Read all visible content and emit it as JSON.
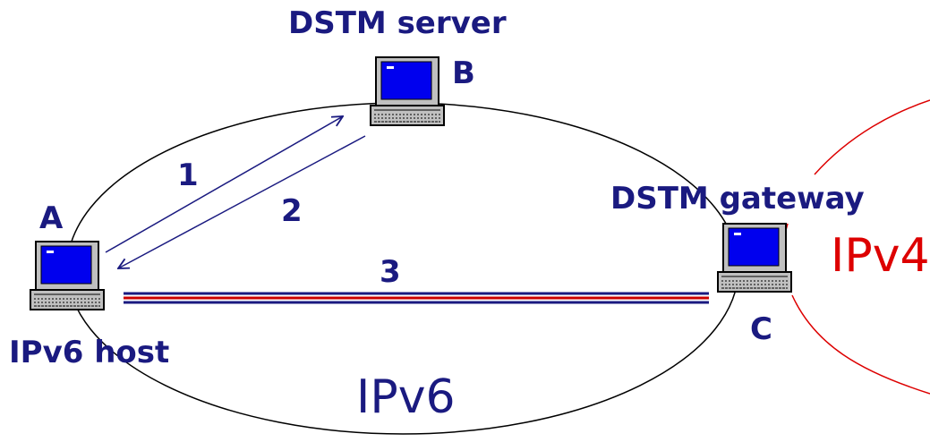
{
  "labels": {
    "server_title": "DSTM server",
    "server_letter": "B",
    "host_letter": "A",
    "host_title": "IPv6 host",
    "gateway_title": "DSTM gateway",
    "gateway_letter": "C",
    "step1": "1",
    "step2": "2",
    "step3": "3",
    "ipv6_zone": "IPv6",
    "ipv4_zone": "IPv4"
  },
  "nodes": [
    {
      "id": "A",
      "role": "IPv6 host",
      "icon": "laptop-icon"
    },
    {
      "id": "B",
      "role": "DSTM server",
      "icon": "laptop-icon"
    },
    {
      "id": "C",
      "role": "DSTM gateway",
      "icon": "laptop-icon"
    }
  ],
  "colors": {
    "label": "#1a1a80",
    "arrow": "#1a1a80",
    "tunnel_blue": "#1a1a80",
    "tunnel_red": "#cc0000",
    "ipv4": "#dd0000",
    "network_outline": "#000000",
    "screen": "#0000ee"
  }
}
